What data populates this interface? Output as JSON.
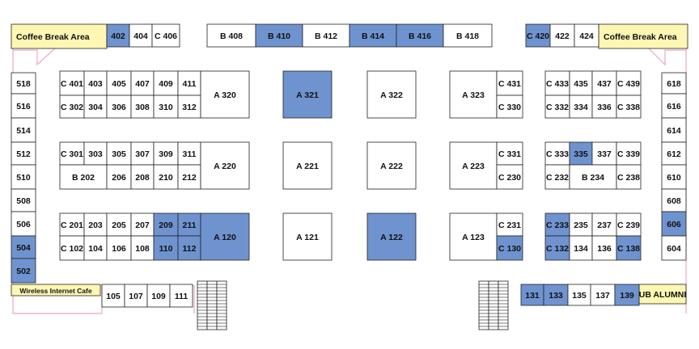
{
  "colors": {
    "reserved": "#6f93cf",
    "available": "#ffffff",
    "amenity": "#fdf7b3",
    "aisle_border": "#e8a8cc",
    "outline": "#222222"
  },
  "areas": {
    "coffee_left": "Coffee Break Area",
    "coffee_right": "Coffee Break Area",
    "wifi_cafe": "Wireless Internet Cafe",
    "ub_alumni": "UB ALUMNI"
  },
  "booths": {
    "b402": {
      "label": "402",
      "reserved": true
    },
    "b404": {
      "label": "404",
      "reserved": false
    },
    "c406": {
      "label": "C 406",
      "reserved": false
    },
    "b408": {
      "label": "B 408",
      "reserved": false
    },
    "b410": {
      "label": "B 410",
      "reserved": true
    },
    "b412": {
      "label": "B 412",
      "reserved": false
    },
    "b414": {
      "label": "B 414",
      "reserved": true
    },
    "b416": {
      "label": "B 416",
      "reserved": true
    },
    "b418": {
      "label": "B 418",
      "reserved": false
    },
    "c420": {
      "label": "C 420",
      "reserved": true
    },
    "b422": {
      "label": "422",
      "reserved": false
    },
    "b424": {
      "label": "424",
      "reserved": false
    },
    "b518": {
      "label": "518",
      "reserved": false
    },
    "b516": {
      "label": "516",
      "reserved": false
    },
    "b514": {
      "label": "514",
      "reserved": false
    },
    "b512": {
      "label": "512",
      "reserved": false
    },
    "b510": {
      "label": "510",
      "reserved": false
    },
    "b508": {
      "label": "508",
      "reserved": false
    },
    "b506": {
      "label": "506",
      "reserved": false
    },
    "b504": {
      "label": "504",
      "reserved": true
    },
    "b502": {
      "label": "502",
      "reserved": true
    },
    "b618": {
      "label": "618",
      "reserved": false
    },
    "b616": {
      "label": "616",
      "reserved": false
    },
    "b614": {
      "label": "614",
      "reserved": false
    },
    "b612": {
      "label": "612",
      "reserved": false
    },
    "b610": {
      "label": "610",
      "reserved": false
    },
    "b608": {
      "label": "608",
      "reserved": false
    },
    "b606": {
      "label": "606",
      "reserved": true
    },
    "b604": {
      "label": "604",
      "reserved": false
    },
    "c401": {
      "label": "C 401",
      "reserved": false
    },
    "b403": {
      "label": "403",
      "reserved": false
    },
    "b405": {
      "label": "405",
      "reserved": false
    },
    "b407": {
      "label": "407",
      "reserved": false
    },
    "b409": {
      "label": "409",
      "reserved": false
    },
    "b411": {
      "label": "411",
      "reserved": false
    },
    "c302": {
      "label": "C 302",
      "reserved": false
    },
    "b304": {
      "label": "304",
      "reserved": false
    },
    "b306": {
      "label": "306",
      "reserved": false
    },
    "b308": {
      "label": "308",
      "reserved": false
    },
    "b310": {
      "label": "310",
      "reserved": false
    },
    "b312": {
      "label": "312",
      "reserved": false
    },
    "a320": {
      "label": "A 320",
      "reserved": false
    },
    "c301": {
      "label": "C 301",
      "reserved": false
    },
    "b303": {
      "label": "303",
      "reserved": false
    },
    "b305": {
      "label": "305",
      "reserved": false
    },
    "b307": {
      "label": "307",
      "reserved": false
    },
    "b309": {
      "label": "309",
      "reserved": false
    },
    "b311": {
      "label": "311",
      "reserved": false
    },
    "b202": {
      "label": "B 202",
      "reserved": false
    },
    "b206": {
      "label": "206",
      "reserved": false
    },
    "b208": {
      "label": "208",
      "reserved": false
    },
    "b210": {
      "label": "210",
      "reserved": false
    },
    "b212": {
      "label": "212",
      "reserved": false
    },
    "a220": {
      "label": "A 220",
      "reserved": false
    },
    "c201": {
      "label": "C 201",
      "reserved": false
    },
    "b203": {
      "label": "203",
      "reserved": false
    },
    "b205": {
      "label": "205",
      "reserved": false
    },
    "b207": {
      "label": "207",
      "reserved": false
    },
    "b209": {
      "label": "209",
      "reserved": true
    },
    "b211": {
      "label": "211",
      "reserved": true
    },
    "c102": {
      "label": "C 102",
      "reserved": false
    },
    "b104": {
      "label": "104",
      "reserved": false
    },
    "b106": {
      "label": "106",
      "reserved": false
    },
    "b108": {
      "label": "108",
      "reserved": false
    },
    "b110": {
      "label": "110",
      "reserved": true
    },
    "b112": {
      "label": "112",
      "reserved": true
    },
    "a120": {
      "label": "A 120",
      "reserved": true
    },
    "a321": {
      "label": "A 321",
      "reserved": true
    },
    "a221": {
      "label": "A 221",
      "reserved": false
    },
    "a121": {
      "label": "A 121",
      "reserved": false
    },
    "a322": {
      "label": "A 322",
      "reserved": false
    },
    "a222": {
      "label": "A 222",
      "reserved": false
    },
    "a122": {
      "label": "A 122",
      "reserved": true
    },
    "a323": {
      "label": "A 323",
      "reserved": false
    },
    "c431": {
      "label": "C 431",
      "reserved": false
    },
    "c330": {
      "label": "C 330",
      "reserved": false
    },
    "a223": {
      "label": "A 223",
      "reserved": false
    },
    "c331": {
      "label": "C 331",
      "reserved": false
    },
    "c230": {
      "label": "C 230",
      "reserved": false
    },
    "a123": {
      "label": "A 123",
      "reserved": false
    },
    "c231": {
      "label": "C 231",
      "reserved": false
    },
    "c130": {
      "label": "C 130",
      "reserved": true
    },
    "c433": {
      "label": "C 433",
      "reserved": false
    },
    "b435": {
      "label": "435",
      "reserved": false
    },
    "b437": {
      "label": "437",
      "reserved": false
    },
    "c439": {
      "label": "C 439",
      "reserved": false
    },
    "c332": {
      "label": "C 332",
      "reserved": false
    },
    "b334": {
      "label": "334",
      "reserved": false
    },
    "b336": {
      "label": "336",
      "reserved": false
    },
    "c338": {
      "label": "C 338",
      "reserved": false
    },
    "c333": {
      "label": "C 333",
      "reserved": false
    },
    "b335": {
      "label": "335",
      "reserved": true
    },
    "b337": {
      "label": "337",
      "reserved": false
    },
    "c339": {
      "label": "C 339",
      "reserved": false
    },
    "c232": {
      "label": "C 232",
      "reserved": false
    },
    "b234": {
      "label": "B 234",
      "reserved": false
    },
    "c238": {
      "label": "C 238",
      "reserved": false
    },
    "c233": {
      "label": "C 233",
      "reserved": true
    },
    "b235": {
      "label": "235",
      "reserved": false
    },
    "b237": {
      "label": "237",
      "reserved": false
    },
    "c239": {
      "label": "C 239",
      "reserved": false
    },
    "c132": {
      "label": "C 132",
      "reserved": true
    },
    "b134": {
      "label": "134",
      "reserved": false
    },
    "b136": {
      "label": "136",
      "reserved": false
    },
    "c138": {
      "label": "C 138",
      "reserved": true
    },
    "b105": {
      "label": "105",
      "reserved": false
    },
    "b107": {
      "label": "107",
      "reserved": false
    },
    "b109": {
      "label": "109",
      "reserved": false
    },
    "b111": {
      "label": "111",
      "reserved": false
    },
    "b131": {
      "label": "131",
      "reserved": true
    },
    "b133": {
      "label": "133",
      "reserved": true
    },
    "b135": {
      "label": "135",
      "reserved": false
    },
    "b137": {
      "label": "137",
      "reserved": false
    },
    "b139": {
      "label": "139",
      "reserved": true
    }
  }
}
